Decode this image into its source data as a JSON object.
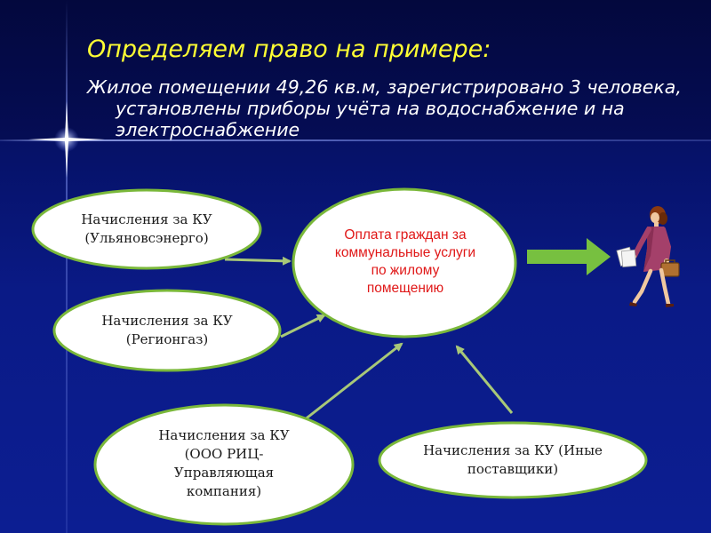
{
  "slide": {
    "title": "Определяем право на примере:",
    "subtitle": "Жилое помещении 49,26 кв.м, зарегистрировано 3 человека, установлены приборы учёта на водоснабжение и на электроснабжение"
  },
  "diagram": {
    "center": "Оплата граждан за коммунальные услуги по жилому помещению",
    "nodes": {
      "ulyanovsk": "Начисления за КУ (Ульяновсэнерго)",
      "regiongaz": "Начисления за КУ (Регионгаз)",
      "ric": "Начисления за КУ (ООО РИЦ-Управляющая компания)",
      "other": "Начисления за КУ (Иные поставщики)"
    }
  },
  "colors": {
    "background": "#0a1a86",
    "title": "#ffff33",
    "subtitle": "#ffffff",
    "center_text": "#e01818",
    "node_text": "#1a1a1a",
    "ellipse_fill": "#ffffff",
    "ellipse_border": "#7ab83a",
    "arrow": "#a8c878",
    "big_arrow": "#77c040"
  },
  "icons": {
    "person": "woman-with-briefcase-icon",
    "sparkle": "star-sparkle-icon"
  }
}
